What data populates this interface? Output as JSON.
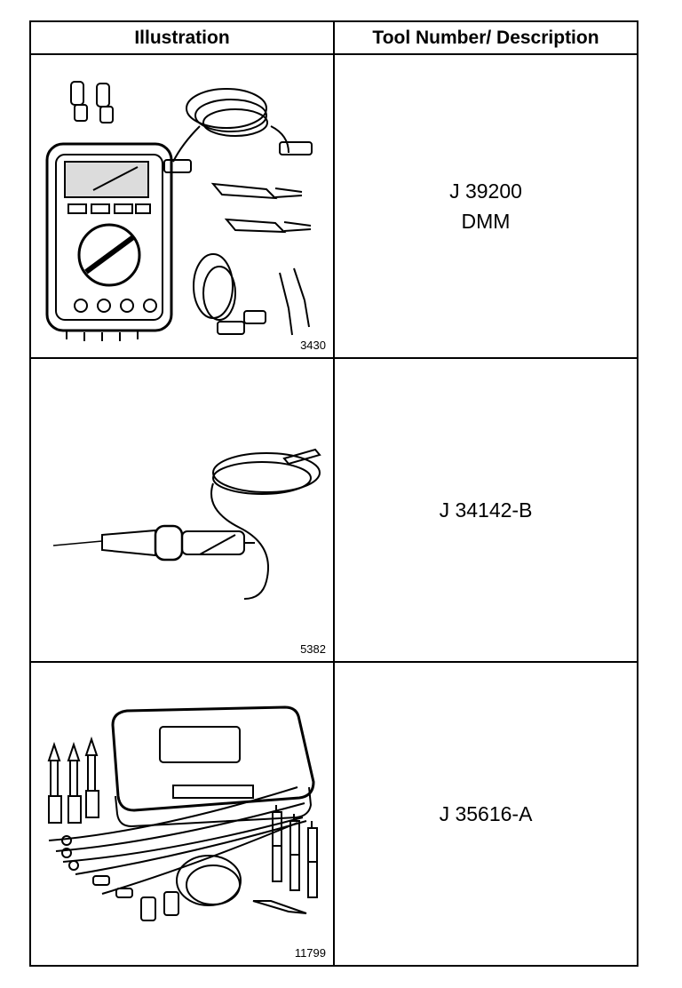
{
  "header": {
    "illustration_label": "Illustration",
    "description_label": "Tool Number/ Description"
  },
  "rows": [
    {
      "figure_number": "3430",
      "tool_number": "J 39200",
      "description": "DMM",
      "icon": "digital-multimeter-kit-icon"
    },
    {
      "figure_number": "5382",
      "tool_number": "J 34142-B",
      "description": "",
      "icon": "test-light-probe-icon"
    },
    {
      "figure_number": "11799",
      "tool_number": "J 35616-A",
      "description": "",
      "icon": "connector-test-adapter-kit-icon"
    }
  ]
}
